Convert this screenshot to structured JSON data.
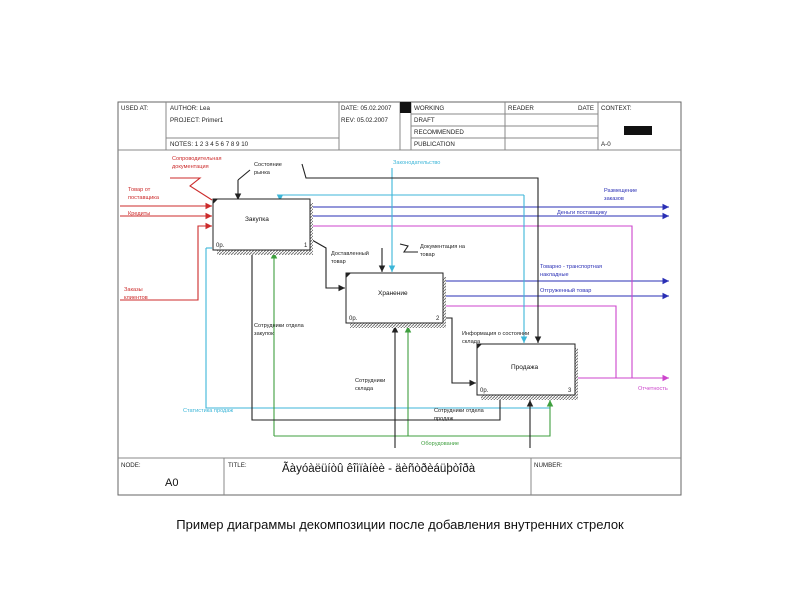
{
  "header": {
    "used_at": "USED AT:",
    "author": "AUTHOR:  Lea",
    "project": "PROJECT:  Primer1",
    "date": "DATE: 05.02.2007",
    "rev": "REV:   05.02.2007",
    "notes": "NOTES:  1  2  3  4  5  6  7  8  9  10",
    "working": "WORKING",
    "draft": "DRAFT",
    "recommended": "RECOMMENDED",
    "publication": "PUBLICATION",
    "reader": "READER",
    "date_col": "DATE",
    "context": "CONTEXT:",
    "context_node": "A-0"
  },
  "footer": {
    "node_label": "NODE:",
    "node_value": "A0",
    "title_label": "TITLE:",
    "title_value": "Ãàyóàëüíòû êîìïàíèè - äèñòðèáüþòîðà",
    "number_label": "NUMBER:"
  },
  "boxes": [
    {
      "name": "Закупка",
      "cost": "0р.",
      "num": "1"
    },
    {
      "name": "Хранение",
      "cost": "0р.",
      "num": "2"
    },
    {
      "name": "Продажа",
      "cost": "0р.",
      "num": "3"
    }
  ],
  "labels": {
    "soprovod": [
      "Сопроводительная",
      "документация"
    ],
    "sostoyanie": [
      "Состояние",
      "рынка"
    ],
    "zakon": "Законодательство",
    "tovar_ot": [
      "Товар от",
      "поставщика"
    ],
    "kredity": "Кредиты",
    "razmeshenie": [
      "Размещение",
      "заказов"
    ],
    "dengi": "Деньги поставщику",
    "dokumentaciya": [
      "Документация на",
      "товар"
    ],
    "dostavlenny": [
      "Доставленный",
      "товар"
    ],
    "zakazy": [
      "Заказы",
      "клиентов"
    ],
    "tovarno": [
      "Товарно - транспортная",
      "накладные"
    ],
    "otgruzhenny": "Отгруженный товар",
    "sotr_zakupok": [
      "Сотрудники отдела",
      "закупок"
    ],
    "informaciya": [
      "Информация о состоянии",
      "склада"
    ],
    "sotr_sklada": [
      "Сотрудники",
      "склада"
    ],
    "otchetnost": "Отчетность",
    "statistika": "Статистика продаж",
    "sotr_prodazh": [
      "Сотрудники отдела",
      "продаж"
    ],
    "oborudovanie": "Оборудование"
  },
  "colors": {
    "red": "#cc2b2b",
    "blue": "#2a2fb5",
    "cyan": "#3cb6d8",
    "green": "#3f9f3f",
    "magenta": "#cc44cc",
    "black": "#222222"
  },
  "caption": "Пример диаграммы декомпозиции после добавления внутренних стрелок"
}
